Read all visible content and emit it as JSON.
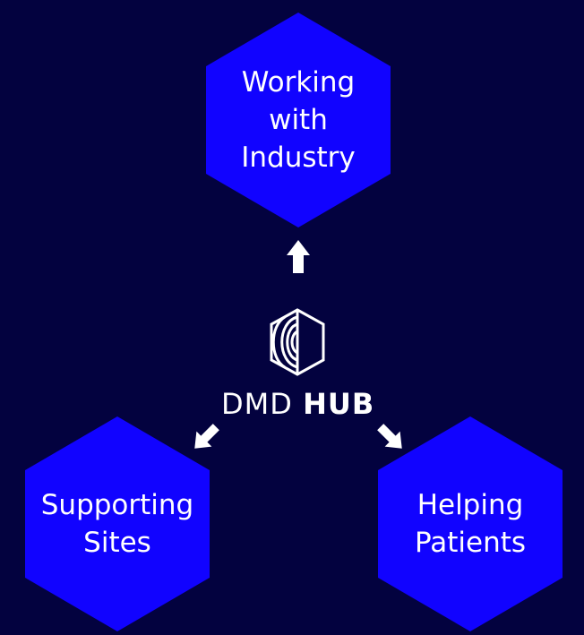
{
  "colors": {
    "background": "#03023f",
    "hex_fill": "#1103ff",
    "arrow": "#ffffff",
    "logo": "#ffffff"
  },
  "top_hex": {
    "label": "Working\nwith\nIndustry"
  },
  "left_hex": {
    "label": "Supporting\nSites"
  },
  "right_hex": {
    "label": "Helping\nPatients"
  },
  "logo": {
    "icon": "dmd-hub-hexagon-logo-icon",
    "text_regular": "DMD",
    "text_bold": "HUB"
  },
  "arrows": [
    "arrow-up-icon",
    "arrow-down-left-icon",
    "arrow-down-right-icon"
  ]
}
